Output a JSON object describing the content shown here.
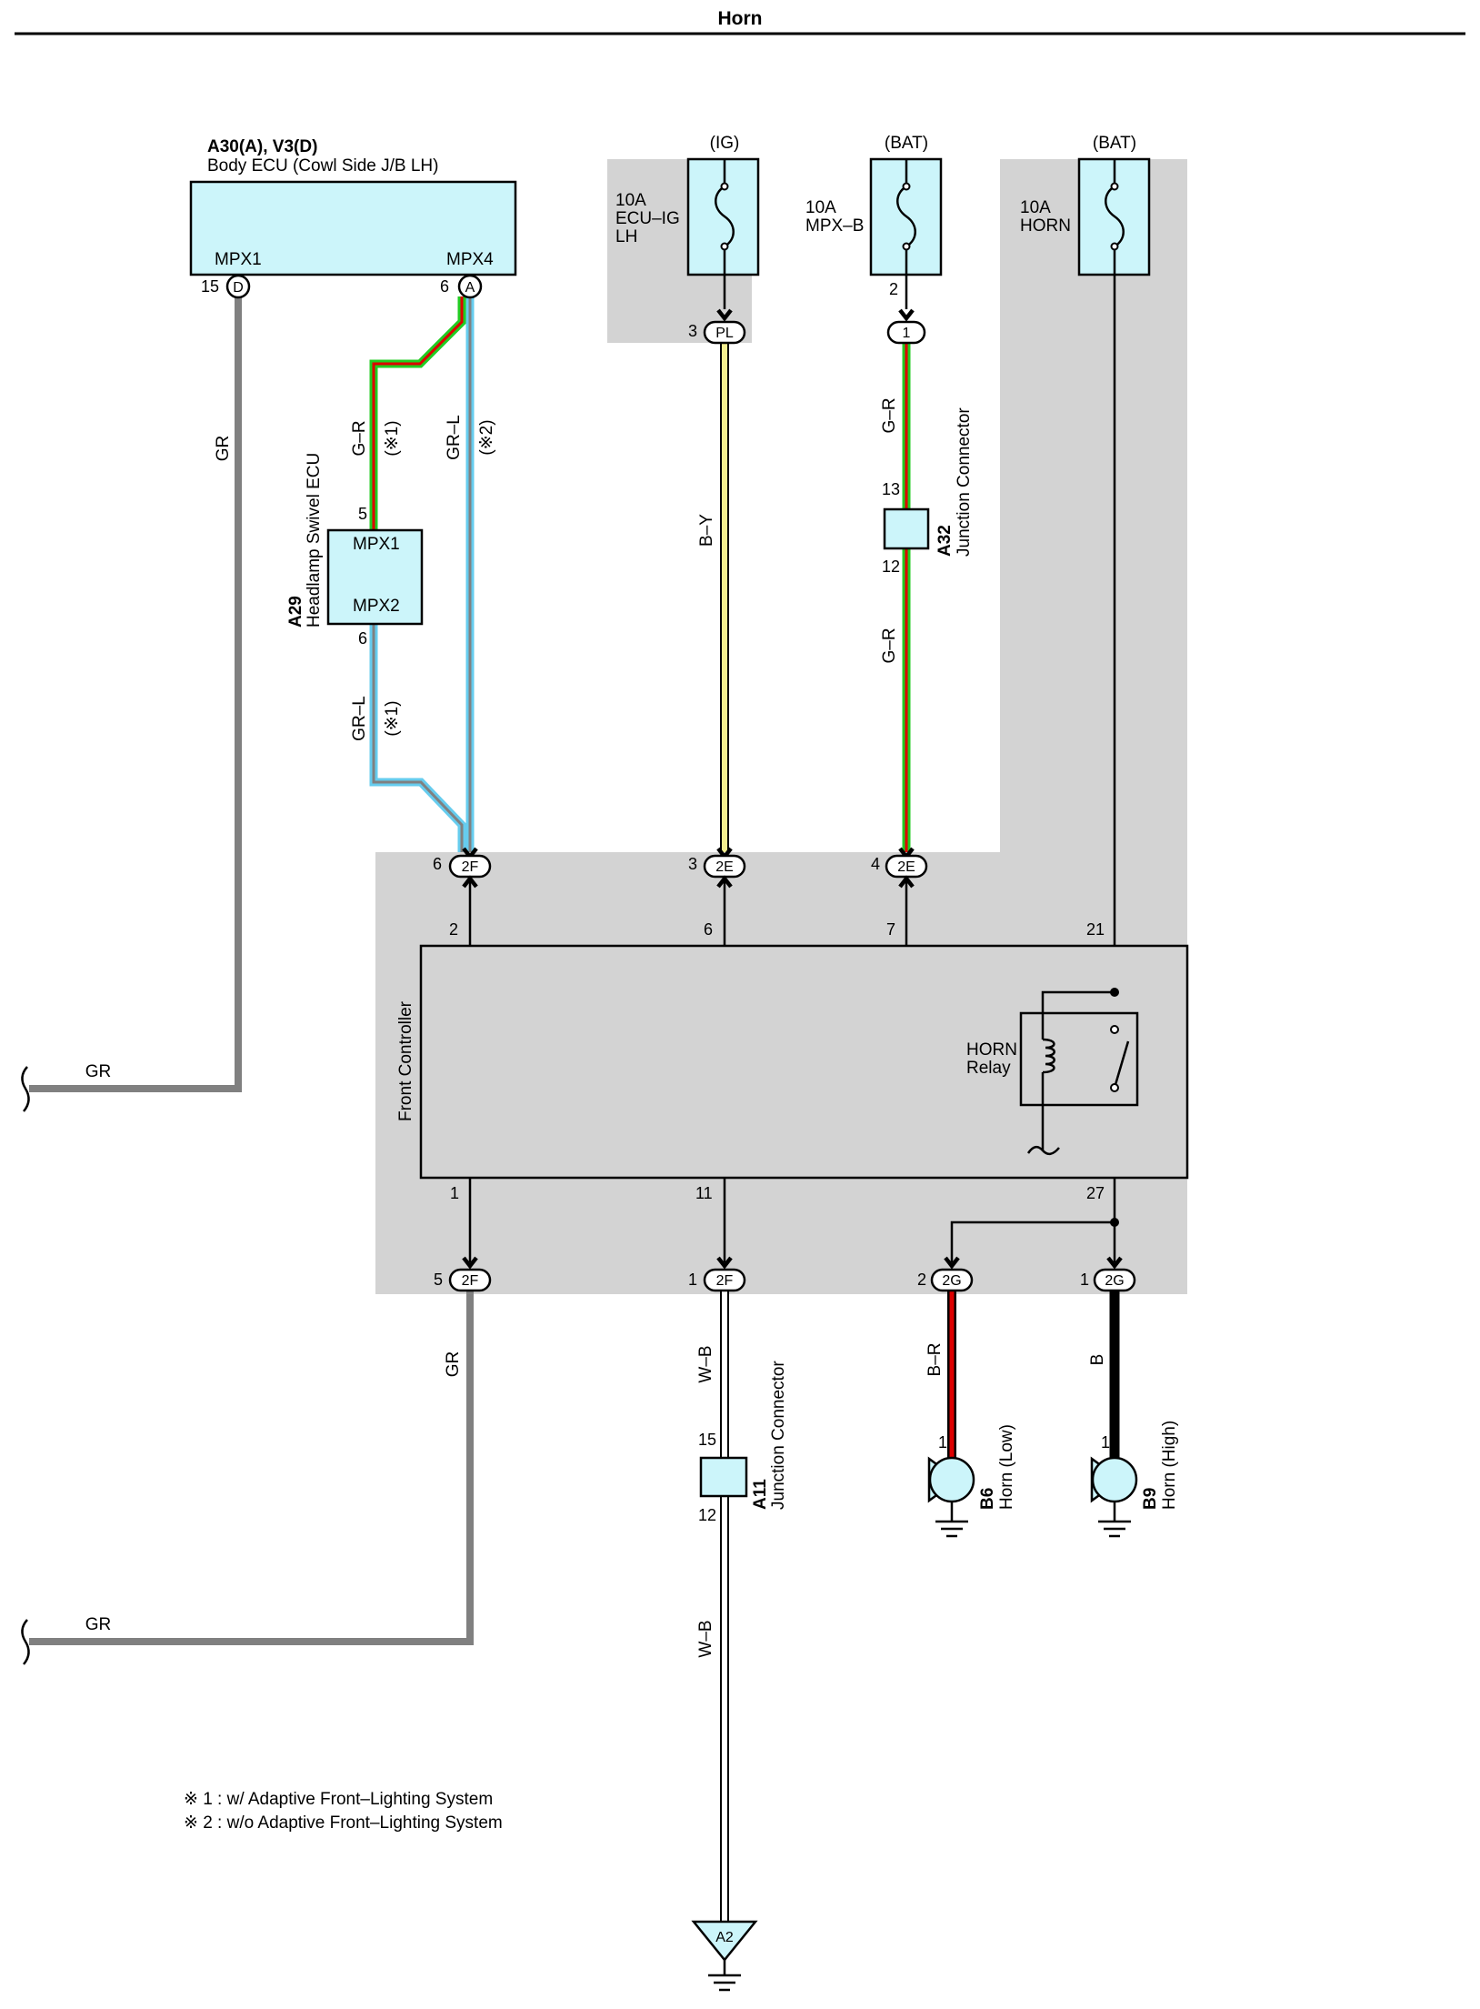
{
  "title": "Horn",
  "colors": {
    "zone_gray": "#d3d3d3",
    "box_cyan": "#ccf5fa",
    "wire_gray": "#808080",
    "wire_green": "#22cc22",
    "wire_red": "#dd0000",
    "wire_blue": "#66ccee",
    "wire_yellow": "#f5ef90",
    "wire_black": "#000000"
  },
  "body_ecu": {
    "code": "A30(A), V3(D)",
    "name": "Body ECU (Cowl Side J/B LH)",
    "pin_mpx1": "MPX1",
    "pin_mpx4": "MPX4",
    "num_15": "15",
    "conn_d": "D",
    "num_6": "6",
    "conn_a": "A"
  },
  "fuses": {
    "ig_supply": "(IG)",
    "ig_fuse": [
      "10A",
      "ECU–IG",
      "LH"
    ],
    "bat_supply_1": "(BAT)",
    "mpxb_fuse": [
      "10A",
      "MPX–B"
    ],
    "mpxb_pin": "2",
    "bat_supply_2": "(BAT)",
    "horn_fuse": [
      "10A",
      "HORN"
    ]
  },
  "connectors": {
    "pl_num": "3",
    "pl_id": "PL",
    "jc_id": "1",
    "f2_top_num": "6",
    "f2_top_id": "2F",
    "e2a_num": "3",
    "e2a_id": "2E",
    "e2b_num": "4",
    "e2b_id": "2E",
    "f2_bot_a_num": "5",
    "f2_bot_a_id": "2F",
    "f2_bot_b_num": "1",
    "f2_bot_b_id": "2F",
    "g2a_num": "2",
    "g2a_id": "2G",
    "g2b_num": "1",
    "g2b_id": "2G"
  },
  "wires": {
    "gr_main": "GR",
    "gr_left_1": "GR",
    "gr_r_1": "G–R",
    "note_1_top": "(※1)",
    "gr_l_top": "GR–L",
    "note_2": "(※2)",
    "gr_l_bottom": "GR–L",
    "note_1_bottom": "(※1)",
    "b_y": "B–Y",
    "g_r_upper": "G–R",
    "g_r_lower": "G–R",
    "gr_lower": "GR",
    "gr_left_2": "GR",
    "w_b_upper": "W–B",
    "w_b_lower": "W–B",
    "b_r": "B–R",
    "b": "B"
  },
  "headlamp_ecu": {
    "code": "A29",
    "name": "Headlamp Swivel ECU",
    "pin_mpx1": "MPX1",
    "pin_mpx2": "MPX2",
    "num_5": "5",
    "num_6": "6"
  },
  "junction_a32": {
    "code": "A32",
    "name": "Junction Connector",
    "pin_13": "13",
    "pin_12": "12"
  },
  "junction_a11": {
    "code": "A11",
    "name": "Junction Connector",
    "pin_15": "15",
    "pin_12": "12"
  },
  "front_controller": {
    "name": "Front Controller",
    "pin_2": "2",
    "pin_6": "6",
    "pin_7": "7",
    "pin_21": "21",
    "pin_1": "1",
    "pin_11": "11",
    "pin_27": "27",
    "relay_label": [
      "HORN",
      "Relay"
    ]
  },
  "horn_low": {
    "code": "B6",
    "name": "Horn (Low)",
    "pin": "1"
  },
  "horn_high": {
    "code": "B9",
    "name": "Horn (High)",
    "pin": "1"
  },
  "ground_a2": "A2",
  "notes": [
    "※ 1 : w/ Adaptive Front–Lighting System",
    "※ 2 : w/o Adaptive Front–Lighting System"
  ]
}
